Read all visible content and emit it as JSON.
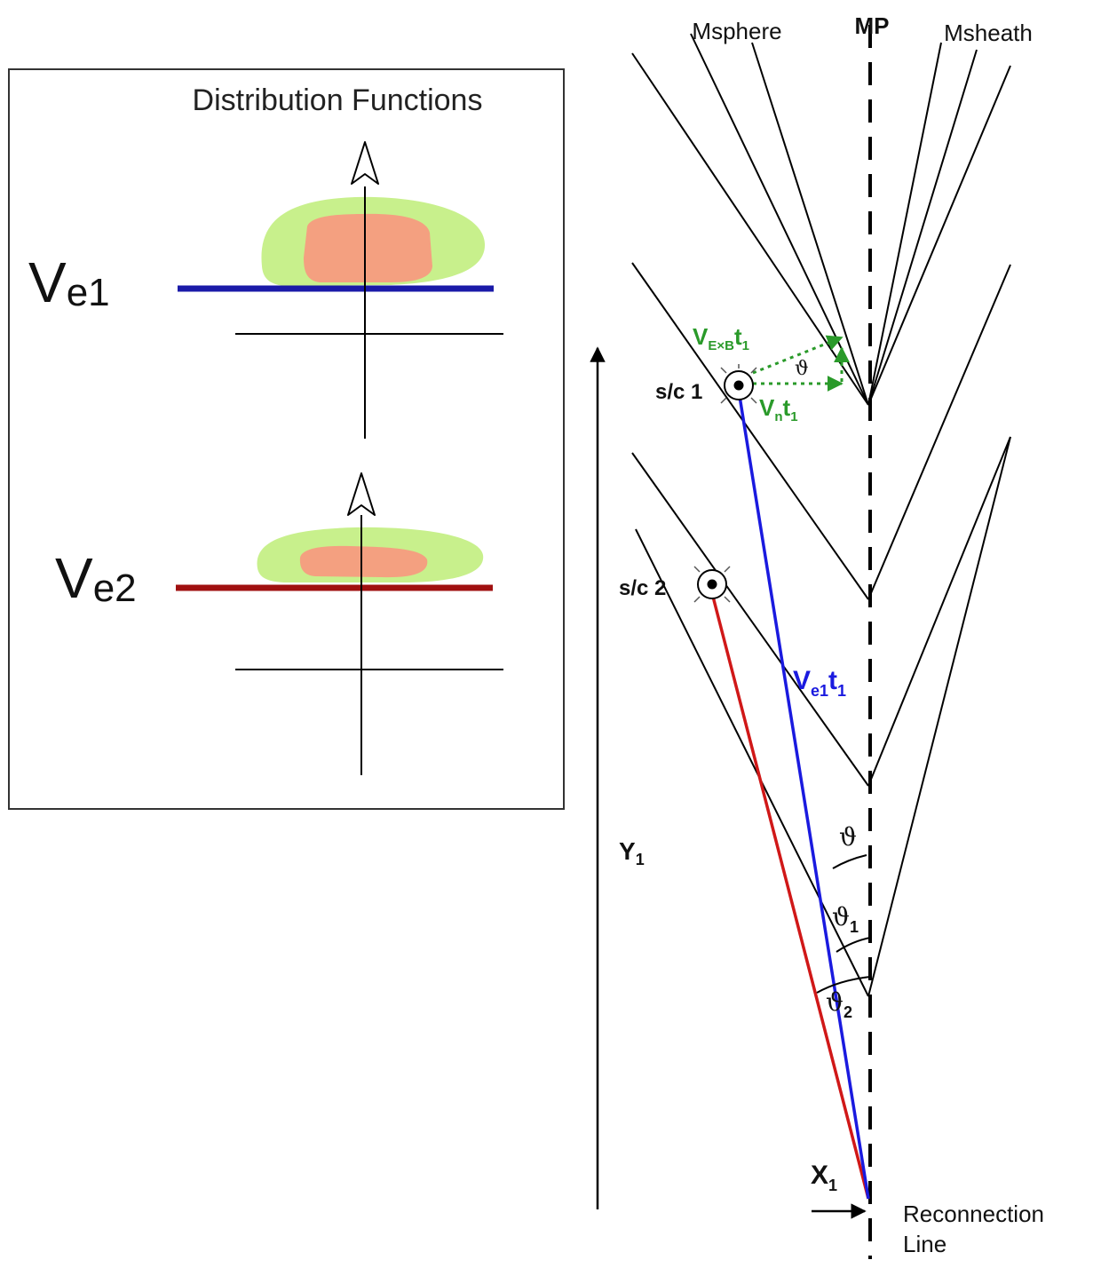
{
  "colors": {
    "ve1_line": "#1a1aa8",
    "ve2_line": "#a01010",
    "blue_path": "#1a1adf",
    "red_path": "#d01818",
    "green_vectors": "#2a9a2a",
    "blob_outer": "#c8f08c",
    "blob_inner": "#f4a080"
  },
  "panel": {
    "title": "Distribution Functions",
    "ve1_main": "V",
    "ve1_sub": "e1",
    "ve2_main": "V",
    "ve2_sub": "e2"
  },
  "boundary_labels": {
    "msphere": "Msphere",
    "mp": "MP",
    "msheath": "Msheath"
  },
  "spacecraft": {
    "sc1": "s/c 1",
    "sc2": "s/c 2"
  },
  "vectors": {
    "vexb_main": "V",
    "vexb_sub": "E×B",
    "vexb_t": "t",
    "vexb_tsub": "1",
    "vn_main": "V",
    "vn_sub": "n",
    "vn_t": "t",
    "vn_tsub": "1",
    "ve1t_main": "V",
    "ve1t_sub": "e1",
    "ve1t_t": "t",
    "ve1t_tsub": "1"
  },
  "angles": {
    "theta": "ϑ",
    "theta_green": "ϑ",
    "theta1_main": "ϑ",
    "theta1_sub": "1",
    "theta2_main": "ϑ",
    "theta2_sub": "2"
  },
  "axes": {
    "y_main": "Y",
    "y_sub": "1",
    "x_main": "X",
    "x_sub": "1"
  },
  "reconnection": {
    "line1": "Reconnection",
    "line2": "Line"
  }
}
